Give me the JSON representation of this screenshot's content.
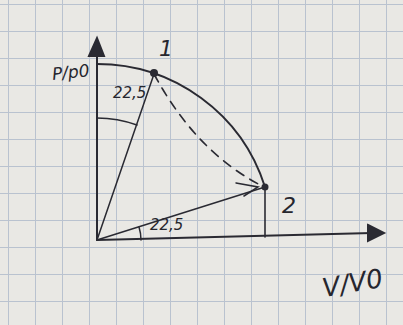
{
  "diagram": {
    "labels": [
      "P/p0",
      "V/V0",
      "1",
      "2",
      "22,5",
      "22,5"
    ]
  }
}
